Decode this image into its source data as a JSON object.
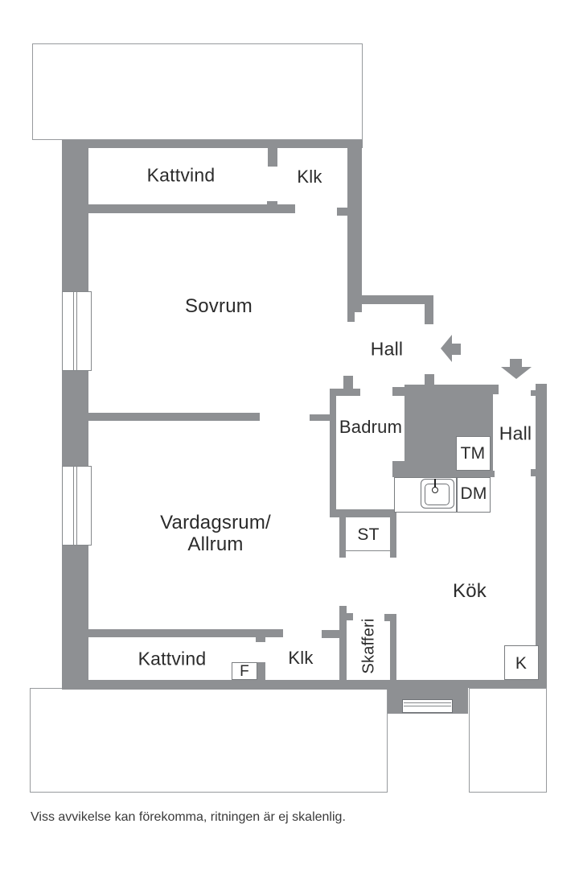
{
  "floorplan": {
    "rooms": {
      "kattvind_top": "Kattvind",
      "klk_top": "Klk",
      "sovrum": "Sovrum",
      "hall_upper": "Hall",
      "badrum": "Badrum",
      "hall_lower": "Hall",
      "tm": "TM",
      "dm": "DM",
      "st": "ST",
      "vardagsrum_line1": "Vardagsrum/",
      "vardagsrum_line2": "Allrum",
      "kok": "Kök",
      "k": "K",
      "kattvind_bottom": "Kattvind",
      "f": "F",
      "klk_bottom": "Klk",
      "skafferi": "Skafferi"
    },
    "icons": {
      "entry_arrow_left": "left-arrow-icon",
      "entry_arrow_down": "down-arrow-icon",
      "sink": "kitchen-sink-icon",
      "door_sill": "entrance-door-icon"
    },
    "colors": {
      "wall": "#8e9093",
      "text": "#2b2b2b",
      "outline": "#797c7f"
    },
    "footer": "Viss avvikelse kan förekomma, ritningen är ej skalenlig."
  }
}
